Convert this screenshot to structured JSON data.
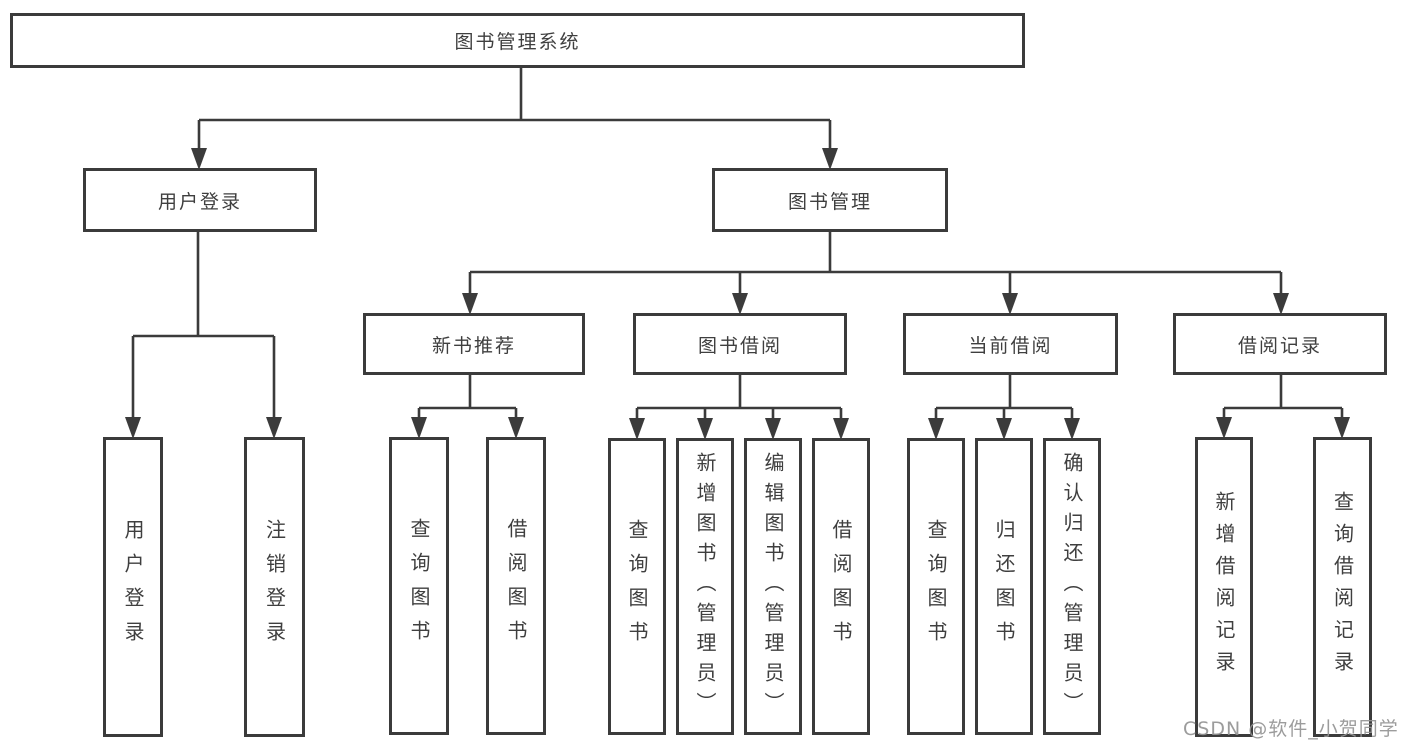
{
  "diagram": {
    "title_note": "library management system function structure diagram",
    "root": {
      "label": "图书管理系统"
    },
    "level2": [
      {
        "label": "用户登录"
      },
      {
        "label": "图书管理"
      }
    ],
    "level3": [
      {
        "label": "新书推荐"
      },
      {
        "label": "图书借阅"
      },
      {
        "label": "当前借阅"
      },
      {
        "label": "借阅记录"
      }
    ],
    "leaves": {
      "user_login": [
        "用户登录",
        "注销登录"
      ],
      "new_rec": [
        "查询图书",
        "借阅图书"
      ],
      "borrow": [
        "查询图书",
        "新增图书（管理员）",
        "编辑图书（管理员）",
        "借阅图书"
      ],
      "current": [
        "查询图书",
        "归还图书",
        "确认归还（管理员）"
      ],
      "records": [
        "新增借阅记录",
        "查询借阅记录"
      ]
    },
    "colors": {
      "line": "#3b3b3b",
      "box_border": "#3b3b3b",
      "box_fill": "#ffffff",
      "text": "#3f3f3f",
      "watermark": "#949494"
    }
  },
  "watermark": {
    "text": "CSDN @软件_小贺同学"
  }
}
